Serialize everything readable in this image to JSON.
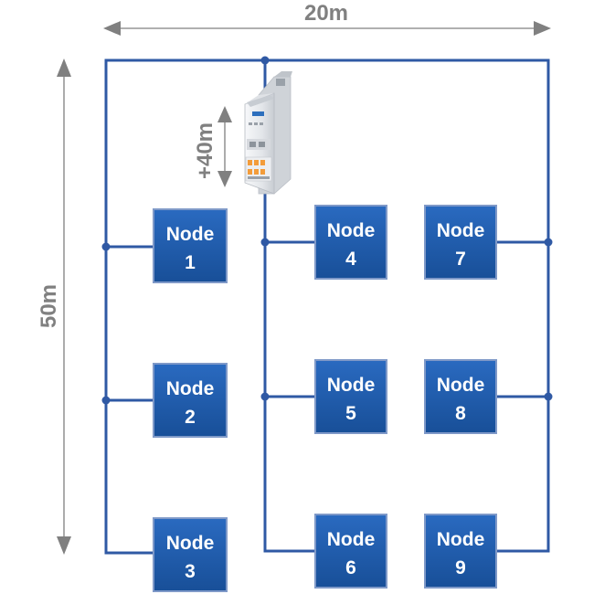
{
  "dimensions": {
    "width_label": "20m",
    "height_label": "50m",
    "offset_label": "+40m"
  },
  "nodes": [
    {
      "title": "Node",
      "number": "1"
    },
    {
      "title": "Node",
      "number": "2"
    },
    {
      "title": "Node",
      "number": "3"
    },
    {
      "title": "Node",
      "number": "4"
    },
    {
      "title": "Node",
      "number": "5"
    },
    {
      "title": "Node",
      "number": "6"
    },
    {
      "title": "Node",
      "number": "7"
    },
    {
      "title": "Node",
      "number": "8"
    },
    {
      "title": "Node",
      "number": "9"
    }
  ],
  "colors": {
    "wire": "#2f59a4",
    "node_fill": "#1e5aa8",
    "node_stroke": "#7f99c8",
    "dimension": "#808080",
    "device_body": "#e8ebee",
    "device_accent": "#f39c3a"
  },
  "icons": {
    "gateway": "din-rail-gateway-device-icon"
  }
}
